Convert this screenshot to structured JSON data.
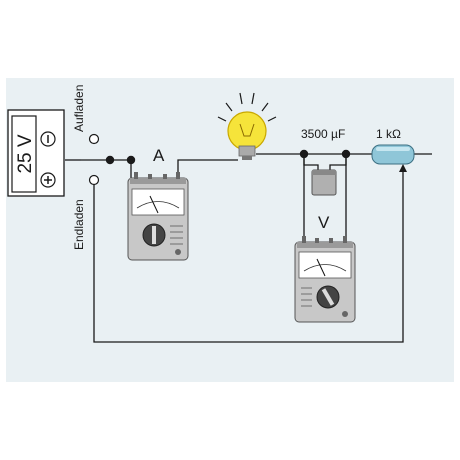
{
  "battery": {
    "voltage": "25 V",
    "minus_symbol": "−",
    "plus_symbol": "+"
  },
  "switch_labels": {
    "charge": "Aufladen",
    "discharge": "Endladen"
  },
  "ammeter": {
    "label": "A"
  },
  "voltmeter": {
    "label": "V"
  },
  "capacitor": {
    "label": "3500 µF"
  },
  "resistor": {
    "label": "1 kΩ"
  },
  "colors": {
    "background": "#e9f0f3",
    "wire": "#1a1a1a",
    "meter_body": "#c8c8c8",
    "bulb": "#f6e43a"
  }
}
